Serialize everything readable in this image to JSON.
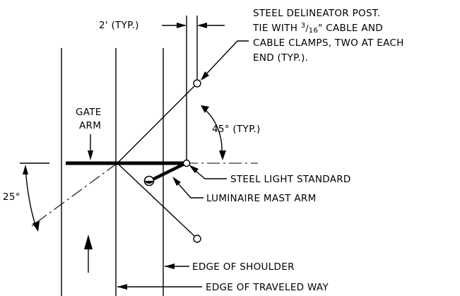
{
  "labels": {
    "typ_spacing": "2' (TYP.)",
    "post_line1": "STEEL DELINEATOR POST.",
    "post_line2_pre": "TIE WITH ",
    "post_line2_frac_num": "3",
    "post_line2_frac_den": "16",
    "post_line2_post": "\" CABLE AND",
    "post_line3": "CABLE CLAMPS, TWO AT EACH",
    "post_line4": "END (TYP.).",
    "gate_arm_1": "GATE",
    "gate_arm_2": "ARM",
    "angle_45": "45° (TYP.)",
    "angle_25": "25°",
    "light_standard": "STEEL LIGHT STANDARD",
    "mast_arm": "LUMINAIRE MAST ARM",
    "edge_shoulder": "EDGE OF SHOULDER",
    "edge_traveled": "EDGE OF TRAVELED WAY"
  },
  "angles_deg": {
    "delineator_cable": 45,
    "gate_arm_swing": 25
  }
}
